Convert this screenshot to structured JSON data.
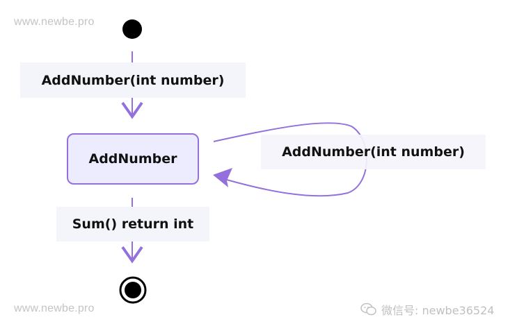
{
  "watermarks": {
    "top_left": "www.newbe.pro",
    "bottom_left": "www.newbe.pro",
    "wechat_text": "微信号: newbe36524",
    "wechat_icon": "wechat-icon"
  },
  "diagram": {
    "state": "AddNumber",
    "transitions": {
      "start_to_state": "AddNumber(int number)",
      "self_loop": "AddNumber(int number)",
      "state_to_end": "Sum() return int"
    }
  },
  "colors": {
    "edge": "#9370db",
    "state_fill": "#ececfe",
    "label_bg": "#f4f4fb"
  }
}
